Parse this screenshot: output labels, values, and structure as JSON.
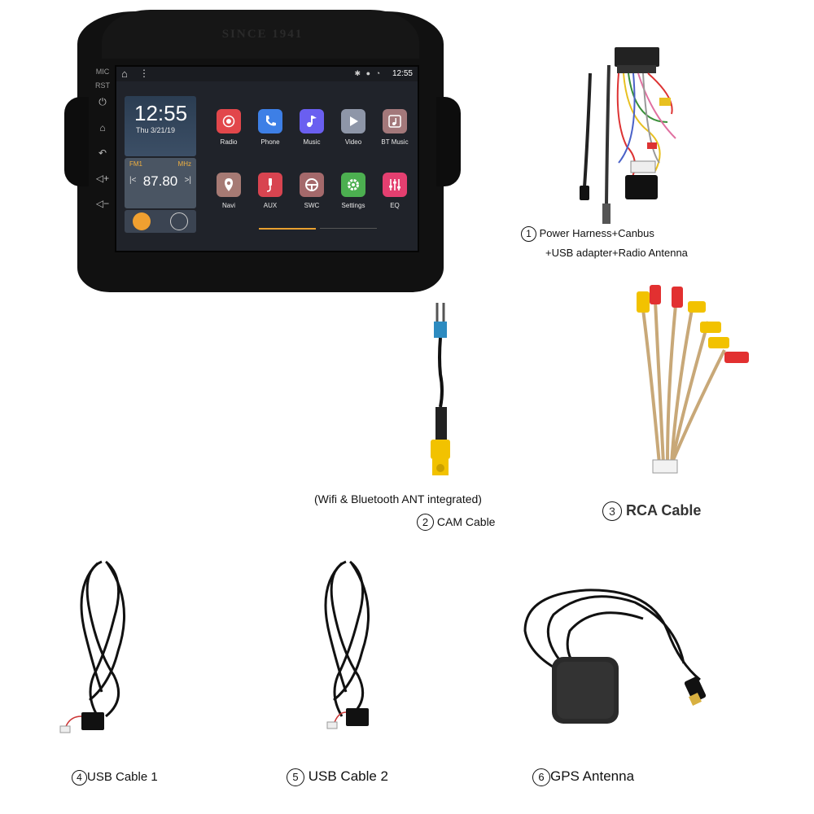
{
  "head_unit": {
    "brand_text": "SINCE 1941",
    "side_keys": [
      "MIC",
      "RST"
    ],
    "status_time": "12:55",
    "clock_time": "12:55",
    "clock_date": "Thu 3/21/19",
    "radio_band": "FM1",
    "radio_unit": "MHz",
    "radio_freq": "87.80",
    "apps": [
      {
        "label": "Radio",
        "color": "#e2474b",
        "icon": "radio-icon"
      },
      {
        "label": "Phone",
        "color": "#3d7fe6",
        "icon": "phone-icon"
      },
      {
        "label": "Music",
        "color": "#6a5ff0",
        "icon": "music-icon"
      },
      {
        "label": "Video",
        "color": "#8e96a8",
        "icon": "video-icon"
      },
      {
        "label": "BT Music",
        "color": "#a3787a",
        "icon": "bt-music-icon"
      },
      {
        "label": "Navi",
        "color": "#a67a74",
        "icon": "navi-icon"
      },
      {
        "label": "AUX",
        "color": "#d84450",
        "icon": "aux-icon"
      },
      {
        "label": "SWC",
        "color": "#a4696b",
        "icon": "swc-icon"
      },
      {
        "label": "Settings",
        "color": "#4caf50",
        "icon": "settings-icon"
      },
      {
        "label": "EQ",
        "color": "#e43f70",
        "icon": "eq-icon"
      }
    ]
  },
  "captions": {
    "c1_num": "1",
    "c1_line1": "Power Harness+Canbus",
    "c1_line2": "+USB adapter+Radio Antenna",
    "c2_note": "(Wifi & Bluetooth ANT integrated)",
    "c2_num": "2",
    "c2_label": "CAM Cable",
    "c3_num": "3",
    "c3_label": "RCA Cable",
    "c4_num": "4",
    "c4_label": "USB Cable 1",
    "c5_num": "5",
    "c5_label": "USB Cable 2",
    "c6_num": "6",
    "c6_label": "GPS Antenna"
  }
}
